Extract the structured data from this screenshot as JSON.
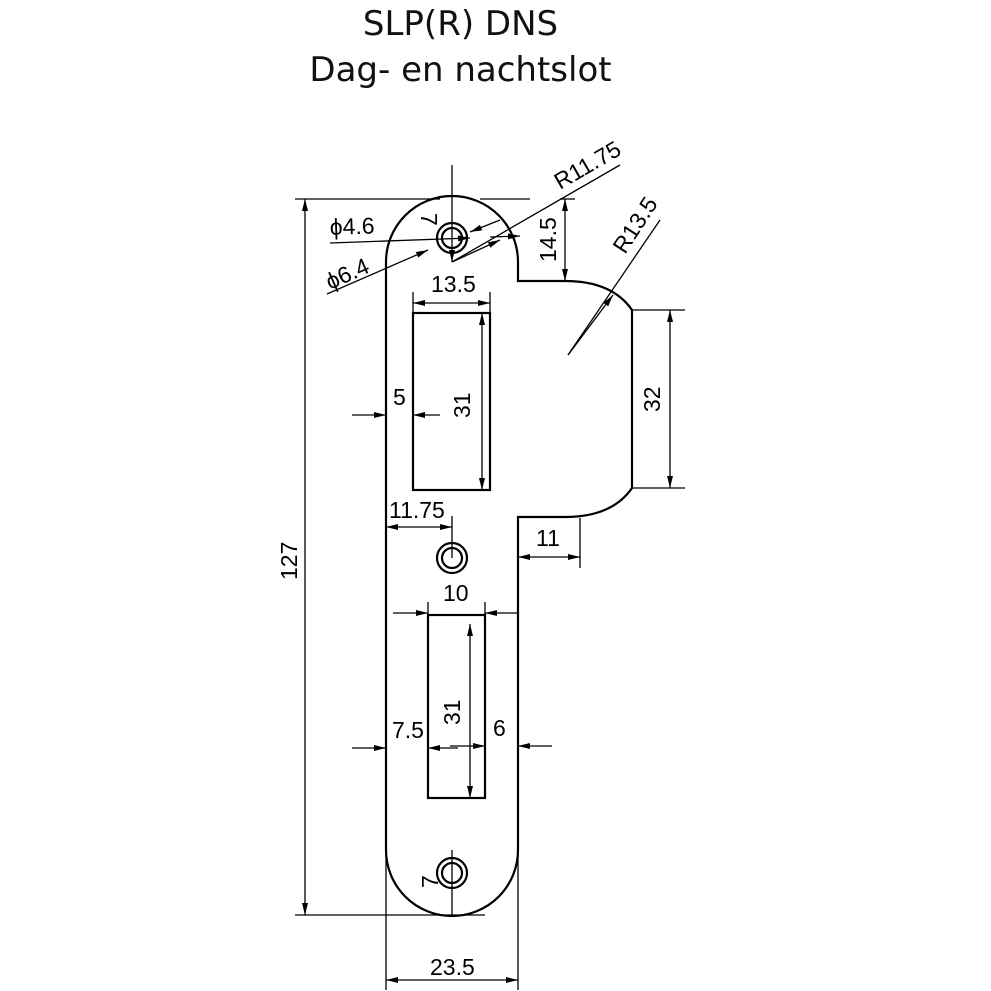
{
  "title": {
    "line1": "SLP(R) DNS",
    "line2": "Dag- en nachtslot"
  },
  "dimensions": {
    "total_height": "127",
    "width": "23.5",
    "hole_inner": "ϕ4.6",
    "hole_outer": "ϕ6.4",
    "hole_top_offset": "7",
    "hole_bottom_offset": "7",
    "top_radius": "R11.75",
    "notch_radius": "R13.5",
    "notch_top": "14.5",
    "upper_slot_width": "13.5",
    "upper_slot_height": "31",
    "upper_slot_left": "5",
    "lip_height": "32",
    "middle_hole_offset": "11.75",
    "step_width": "11",
    "lower_slot_width": "10",
    "lower_slot_height": "31",
    "lower_slot_left": "7.5",
    "lower_slot_right": "6"
  }
}
